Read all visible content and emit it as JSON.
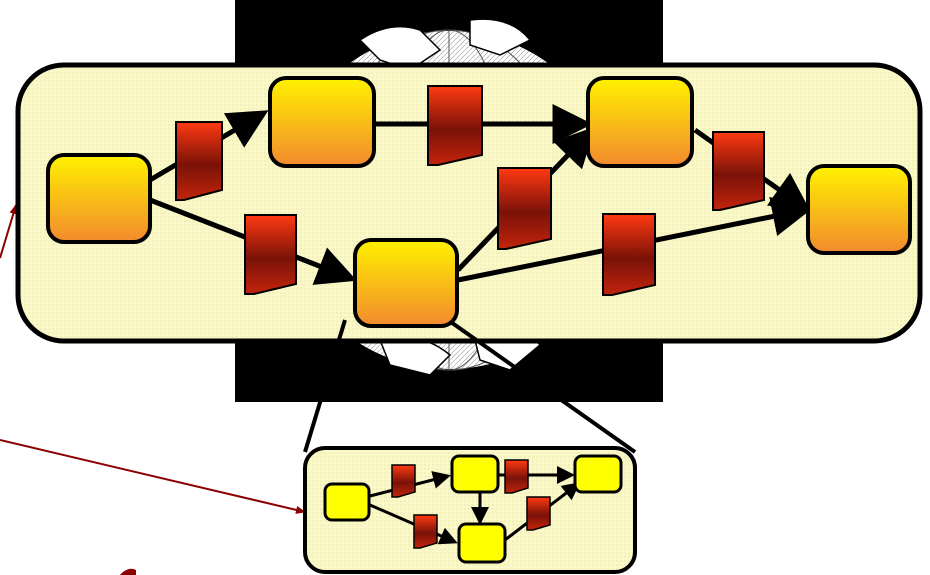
{
  "diagram": {
    "main_workflow": {
      "tasks": [
        "t-start",
        "t-top-left",
        "t-top-right",
        "t-end",
        "t-center"
      ],
      "data_items": [
        "d-1",
        "d-2",
        "d-3",
        "d-4",
        "d-5",
        "d-6",
        "d-7"
      ]
    },
    "sub_workflow": {
      "tasks": [
        "s-start",
        "s-top-mid",
        "s-top-right",
        "s-bottom"
      ],
      "data_items": [
        "sd-1",
        "sd-2",
        "sd-3",
        "sd-4"
      ]
    },
    "colors": {
      "panel_fill": "#fbf8c8",
      "panel_stroke": "#000000",
      "task_gradient_top": "#fff200",
      "task_gradient_bottom": "#f28a2e",
      "data_gradient_top": "#ff3a12",
      "data_gradient_bottom": "#7a1208",
      "sub_task_fill": "#ffff00",
      "link_arrow": "#8b0000",
      "globe_backdrop": "#000000"
    }
  }
}
